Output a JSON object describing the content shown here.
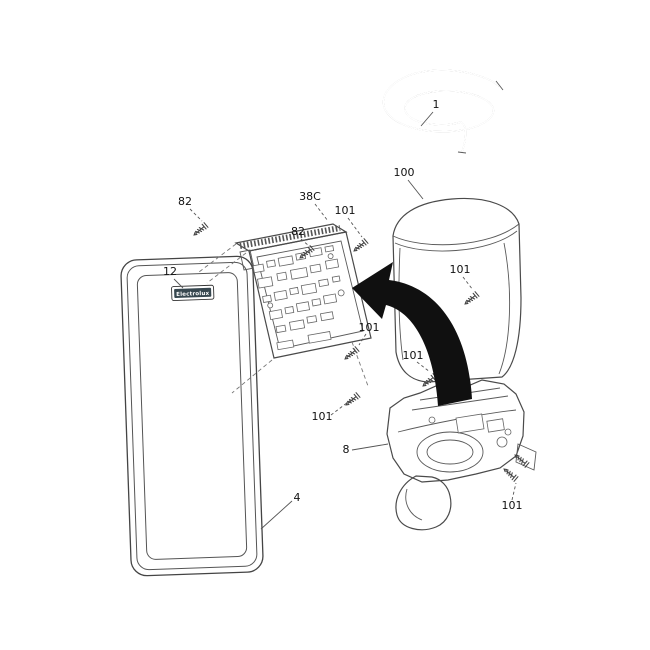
{
  "diagram": {
    "type": "exploded-parts-diagram",
    "description": "Refrigerator door, control board and ice/water dispenser exploded view",
    "badge_text": "Electrolux",
    "callouts": [
      {
        "id": "part-1",
        "text": "1"
      },
      {
        "id": "part-100",
        "text": "100"
      },
      {
        "id": "part-38C",
        "text": "38C"
      },
      {
        "id": "part-82-a",
        "text": "82"
      },
      {
        "id": "part-82-b",
        "text": "82"
      },
      {
        "id": "part-101-a",
        "text": "101"
      },
      {
        "id": "part-101-b",
        "text": "101"
      },
      {
        "id": "part-101-c",
        "text": "101"
      },
      {
        "id": "part-101-d",
        "text": "101"
      },
      {
        "id": "part-101-e",
        "text": "101"
      },
      {
        "id": "part-101-f",
        "text": "101"
      },
      {
        "id": "part-12",
        "text": "12"
      },
      {
        "id": "part-8",
        "text": "8"
      },
      {
        "id": "part-4",
        "text": "4"
      }
    ],
    "colors": {
      "background": "#ffffff",
      "line": "#4a4a4a",
      "label": "#111111",
      "arrow": "#101010",
      "badge": "#37474f"
    }
  }
}
